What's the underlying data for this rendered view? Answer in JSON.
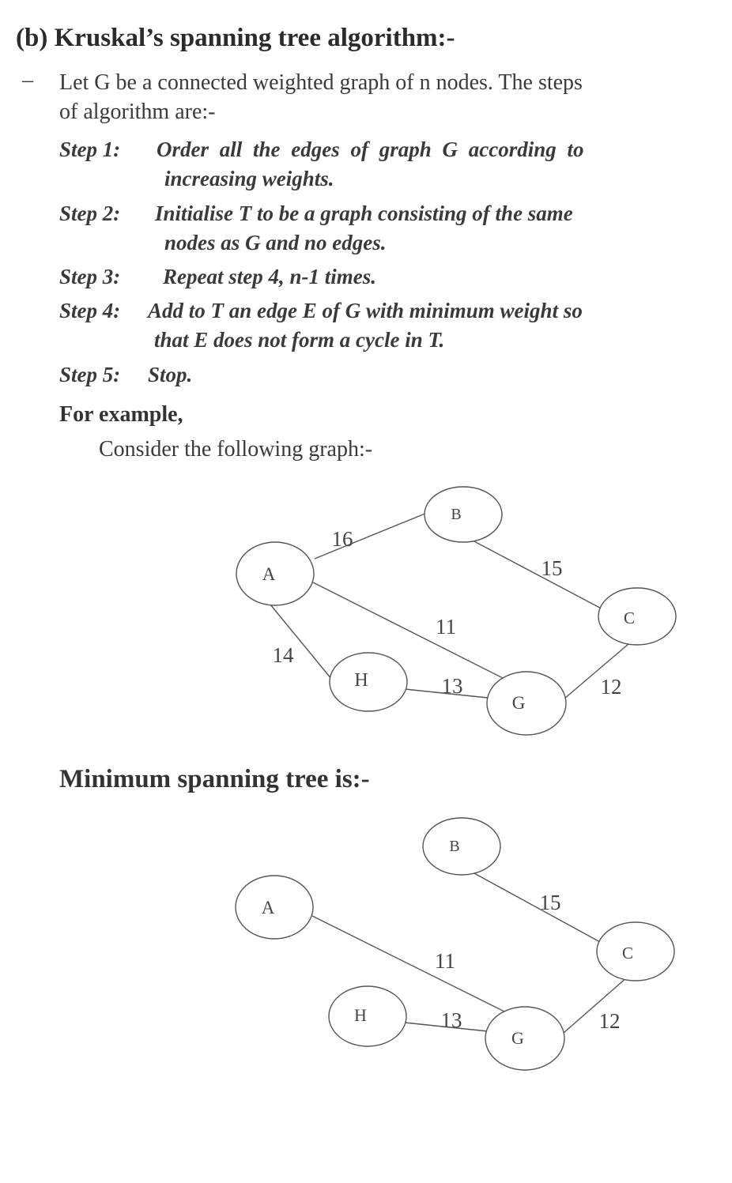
{
  "heading": "(b)  Kruskal’s spanning tree algorithm:-",
  "intro": {
    "dash": "–",
    "line1": "Let G be a connected weighted graph of n nodes. The steps",
    "line2": "of algorithm are:-"
  },
  "steps": [
    {
      "label": "Step 1:",
      "line1": "Order all the edges of graph G according to",
      "line2": "increasing weights."
    },
    {
      "label": "Step 2:",
      "line1": "Initialise T to be a graph consisting of the same",
      "line2": "nodes as G and no edges."
    },
    {
      "label": "Step 3:",
      "line1": "Repeat step 4,  n-1 times.",
      "line2": ""
    },
    {
      "label": "Step 4:",
      "line1": "Add to T an edge E of G with minimum weight so",
      "line2": "that E does not form a cycle in T."
    },
    {
      "label": "Step 5:",
      "line1": "Stop.",
      "line2": ""
    }
  ],
  "example_heading": "For example,",
  "consider_text": "Consider the following graph:-",
  "mst_heading": "Minimum spanning tree is:-",
  "graph1": {
    "nodes": [
      "A",
      "B",
      "C",
      "H",
      "G"
    ],
    "edges": [
      {
        "from": "A",
        "to": "B",
        "weight": "16"
      },
      {
        "from": "B",
        "to": "C",
        "weight": "15"
      },
      {
        "from": "A",
        "to": "G",
        "weight": "11"
      },
      {
        "from": "A",
        "to": "H",
        "weight": "14"
      },
      {
        "from": "H",
        "to": "G",
        "weight": "13"
      },
      {
        "from": "G",
        "to": "C",
        "weight": "12"
      }
    ]
  },
  "graph2": {
    "nodes": [
      "A",
      "B",
      "C",
      "H",
      "G"
    ],
    "edges": [
      {
        "from": "B",
        "to": "C",
        "weight": "15"
      },
      {
        "from": "A",
        "to": "G",
        "weight": "11"
      },
      {
        "from": "H",
        "to": "G",
        "weight": "13"
      },
      {
        "from": "G",
        "to": "C",
        "weight": "12"
      }
    ]
  }
}
